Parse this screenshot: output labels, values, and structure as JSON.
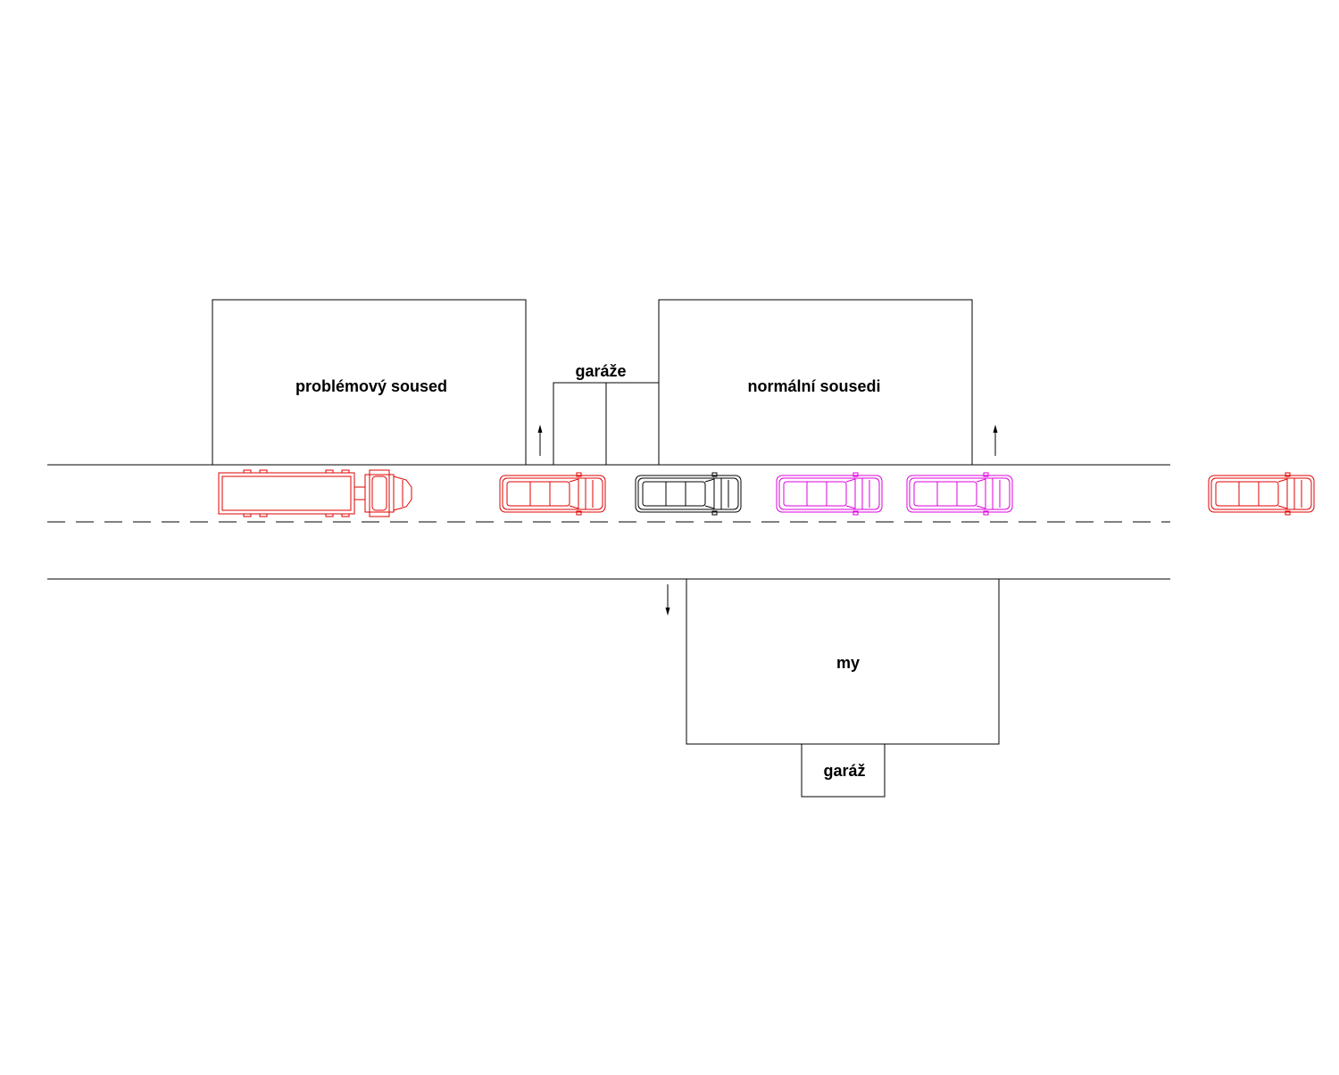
{
  "labels": {
    "problem_neighbor": "problémový soused",
    "garages": "garáže",
    "normal_neighbors": "normální sousedi",
    "us": "my",
    "garage": "garáž"
  },
  "colors": {
    "lines": "#000000",
    "red_vehicles": "#e00000",
    "black_vehicle": "#000000",
    "magenta_vehicles": "#dd00dd"
  },
  "vehicles": [
    {
      "kind": "truck",
      "color": "#e00000"
    },
    {
      "kind": "car",
      "color": "#e00000"
    },
    {
      "kind": "car",
      "color": "#000000"
    },
    {
      "kind": "car",
      "color": "#dd00dd"
    },
    {
      "kind": "car",
      "color": "#dd00dd"
    },
    {
      "kind": "car",
      "color": "#e00000"
    }
  ]
}
